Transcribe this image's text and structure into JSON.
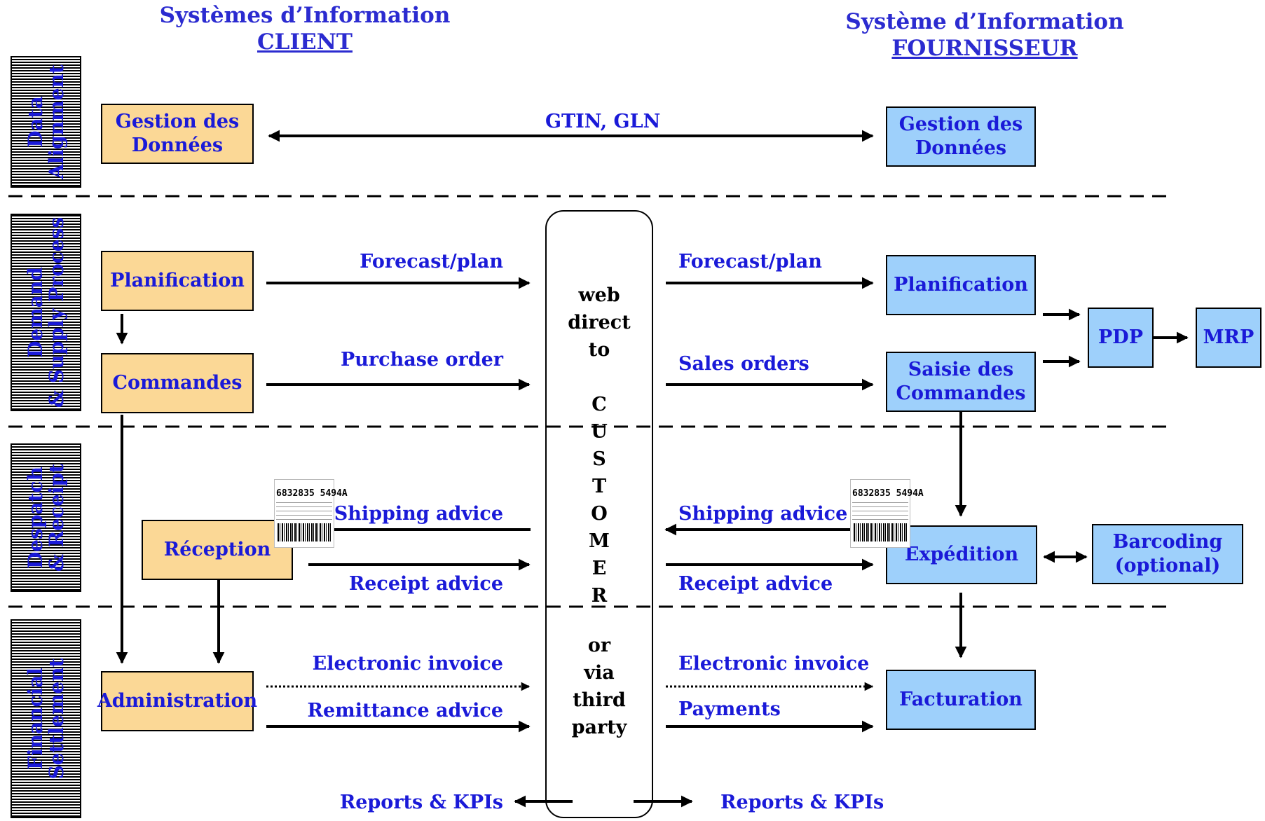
{
  "headers": {
    "client": {
      "line1": "Systèmes d’Information",
      "line2": "CLIENT"
    },
    "supplier": {
      "line1": "Système d’Information",
      "line2": "FOURNISSEUR"
    }
  },
  "bands": [
    {
      "line1": "Data",
      "line2": "Alignment"
    },
    {
      "line1": "Demand",
      "line2": "& Supply Process"
    },
    {
      "line1": "Despatch",
      "line2": "& Receipt"
    },
    {
      "line1": "Financial",
      "line2": "Settlement"
    }
  ],
  "client_boxes": {
    "gestion": "Gestion des Données",
    "planification": "Planification",
    "commandes": "Commandes",
    "reception": "Réception",
    "administration": "Administration"
  },
  "supplier_boxes": {
    "gestion": "Gestion des Données",
    "planification": "Planification",
    "saisie": "Saisie des Commandes",
    "pdp": "PDP",
    "mrp": "MRP",
    "expedition": "Expédition",
    "barcoding": "Barcoding (optional)",
    "facturation": "Facturation"
  },
  "labels": {
    "gtin": "GTIN, GLN",
    "forecast_left": "Forecast/plan",
    "forecast_right": "Forecast/plan",
    "purchase_order": "Purchase order",
    "sales_orders": "Sales orders",
    "shipping_left": "Shipping advice",
    "shipping_right": "Shipping advice",
    "receipt_left": "Receipt advice",
    "receipt_right": "Receipt advice",
    "einvoice_left": "Electronic invoice",
    "einvoice_right": "Electronic invoice",
    "remittance": "Remittance advice",
    "payments": "Payments",
    "reports_left": "Reports & KPIs",
    "reports_right": "Reports & KPIs"
  },
  "customer": {
    "top": "web\ndirect\nto",
    "letters": "C\nU\nS\nT\nO\nM\nE\nR",
    "bottom": "or\nvia\nthird\nparty"
  },
  "barcode_label": {
    "code_top": "6832835  5494A"
  }
}
